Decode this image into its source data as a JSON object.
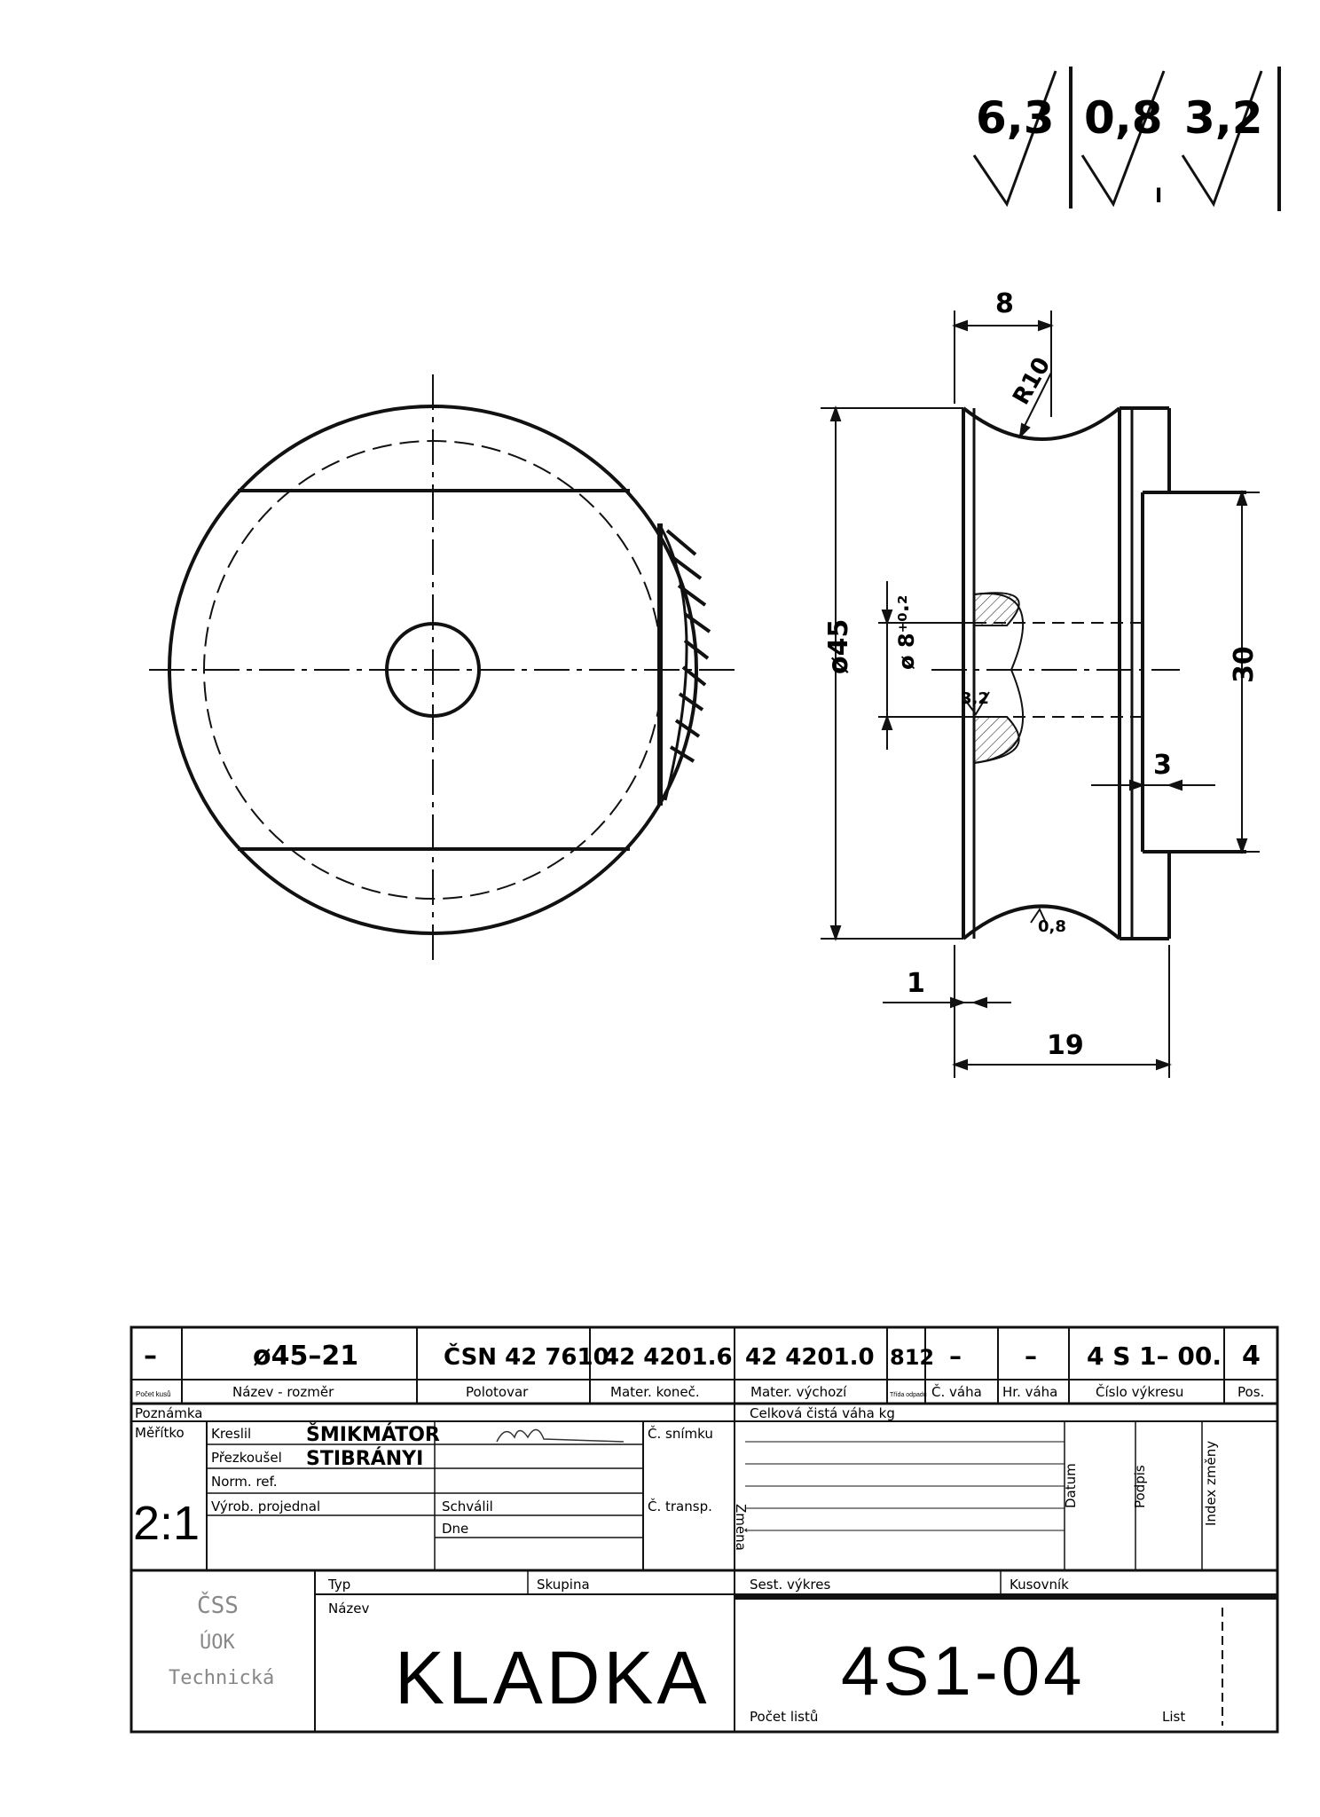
{
  "surface_finish": {
    "rough_a": "6,3",
    "rough_b": "0,8",
    "rough_b_mark": "I",
    "rough_c": "3,2"
  },
  "side_view": {
    "dim_top_width": "8",
    "dim_radius": "R10",
    "dim_outer_diameter": "ø45",
    "dim_bore": "ø 8⁺⁰·²",
    "dim_bore_rough": "3,2",
    "dim_hub_diameter": "30",
    "dim_hub_step": "3",
    "dim_groove_rough": "0,8",
    "dim_flange": "1",
    "dim_total_width": "19"
  },
  "title_block": {
    "row1": {
      "count": "–",
      "name_size": "ø45–21",
      "semi_product": "ČSN 42 7610",
      "material_final": "42 4201.6",
      "material_initial": "42 4201.0",
      "class": "812",
      "piece_weight": "–",
      "gross_weight": "–",
      "drawing_number": "4 S 1– 00.",
      "position": "4"
    },
    "row2": {
      "count_label": "Počet kusů",
      "name_label": "Název - rozměr",
      "semi_label": "Polotovar",
      "mat_final_label": "Mater. koneč.",
      "mat_initial_label": "Mater. výchozí",
      "class_label": "Třída odpadu",
      "piece_weight_label": "Č. váha",
      "gross_weight_label": "Hr. váha",
      "drawing_number_label": "Číslo výkresu",
      "position_label": "Pos."
    },
    "note_label": "Poznámka",
    "net_weight_label": "Celková čistá váha kg",
    "scale_label": "Měřítko",
    "scale_value": "2:1",
    "drawn_label": "Kreslil",
    "drawn_value": "ŠMIKMÁTOR",
    "checked_label": "Přezkoušel",
    "checked_value": "STIBRÁNYI",
    "norm_label": "Norm. ref.",
    "prod_label": "Výrob. projednal",
    "approved_label": "Schválil",
    "date_label": "Dne",
    "snapshot_label": "Č. snímku",
    "transp_label": "Č. transp.",
    "change_label": "Změna",
    "datum_label": "Datum",
    "sign_label": "Podpis",
    "index_label": "Index změny",
    "org_line1": "ČSS",
    "org_line2": "ÚOK",
    "org_line3": "Technická",
    "type_label": "Typ",
    "group_label": "Skupina",
    "assembly_label": "Sest. výkres",
    "parts_list_label": "Kusovník",
    "title_label": "Název",
    "part_name": "KLADKA",
    "part_number": "4S1-04",
    "sheet_count_label": "Počet listů",
    "sheet_label": "List"
  }
}
